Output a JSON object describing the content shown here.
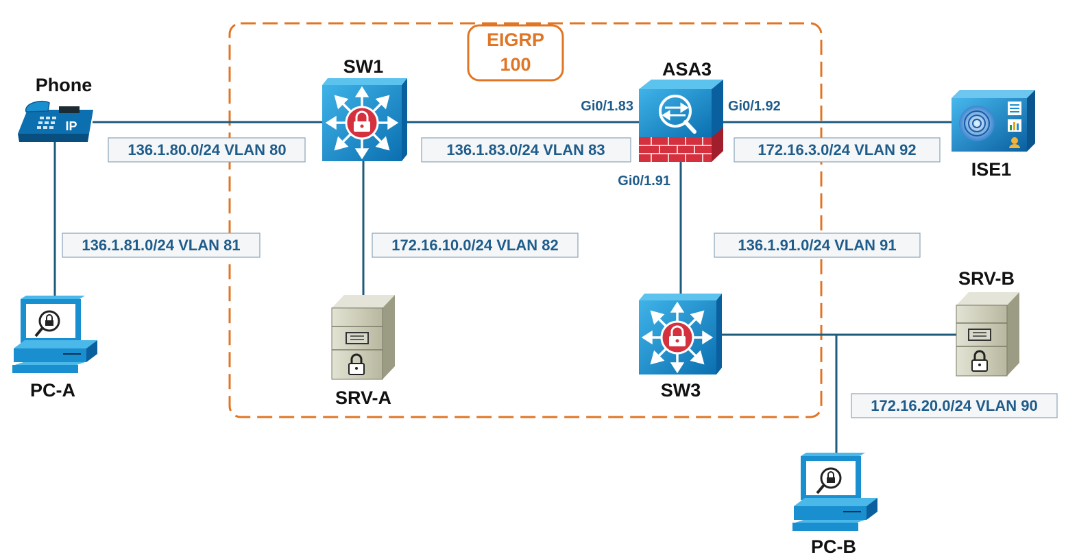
{
  "eigrp": {
    "line1": "EIGRP",
    "line2": "100"
  },
  "colors": {
    "eigrp": "#e07524",
    "link": "#1e5a7a",
    "subnet_text": "#1f5c8a",
    "device_blue": "#1a8fcf",
    "lock_red": "#d5303e"
  },
  "nodes": {
    "phone": {
      "label": "Phone",
      "icon": "ip-phone-icon"
    },
    "sw1": {
      "label": "SW1",
      "icon": "layer3-switch-icon"
    },
    "asa3": {
      "label": "ASA3",
      "icon": "asa-firewall-icon"
    },
    "ise1": {
      "label": "ISE1",
      "icon": "ise-server-icon"
    },
    "pc_a": {
      "label": "PC-A",
      "icon": "secure-pc-icon"
    },
    "srv_a": {
      "label": "SRV-A",
      "icon": "secure-server-icon"
    },
    "sw3": {
      "label": "SW3",
      "icon": "layer3-switch-icon"
    },
    "srv_b": {
      "label": "SRV-B",
      "icon": "secure-server-icon"
    },
    "pc_b": {
      "label": "PC-B",
      "icon": "secure-pc-icon"
    }
  },
  "interfaces": {
    "asa_gi183": "Gi0/1.83",
    "asa_gi192": "Gi0/1.92",
    "asa_gi191": "Gi0/1.91"
  },
  "subnets": {
    "vlan80": "136.1.80.0/24 VLAN 80",
    "vlan83": "136.1.83.0/24 VLAN 83",
    "vlan92": "172.16.3.0/24 VLAN 92",
    "vlan81": "136.1.81.0/24 VLAN 81",
    "vlan82": "172.16.10.0/24 VLAN 82",
    "vlan91": "136.1.91.0/24 VLAN 91",
    "vlan90": "172.16.20.0/24 VLAN 90"
  }
}
